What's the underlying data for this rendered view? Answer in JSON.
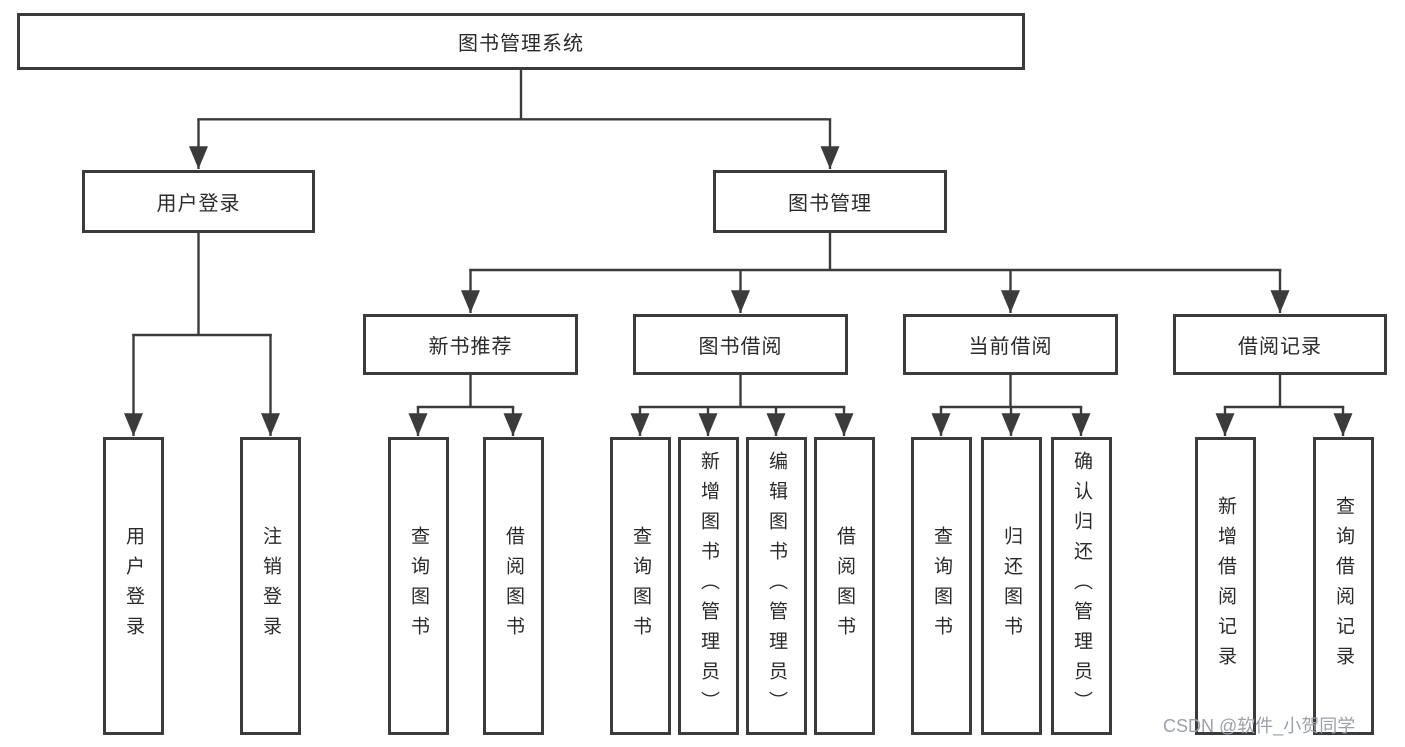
{
  "colors": {
    "line": "#3b3b3b",
    "text": "#2a2a2a",
    "background": "#ffffff",
    "watermark": "#9ba0ab"
  },
  "watermark": {
    "text": "CSDN @软件_小贺同学"
  },
  "tree": {
    "label": "图书管理系统",
    "children": [
      {
        "label": "用户登录",
        "children": [
          {
            "label": "用户登录"
          },
          {
            "label": "注销登录"
          }
        ]
      },
      {
        "label": "图书管理",
        "children": [
          {
            "label": "新书推荐",
            "children": [
              {
                "label": "查询图书"
              },
              {
                "label": "借阅图书"
              }
            ]
          },
          {
            "label": "图书借阅",
            "children": [
              {
                "label": "查询图书"
              },
              {
                "label": "新增图书（管理员）"
              },
              {
                "label": "编辑图书（管理员）"
              },
              {
                "label": "借阅图书"
              }
            ]
          },
          {
            "label": "当前借阅",
            "children": [
              {
                "label": "查询图书"
              },
              {
                "label": "归还图书"
              },
              {
                "label": "确认归还（管理员）"
              }
            ]
          },
          {
            "label": "借阅记录",
            "children": [
              {
                "label": "新增借阅记录"
              },
              {
                "label": "查询借阅记录"
              }
            ]
          }
        ]
      }
    ]
  }
}
